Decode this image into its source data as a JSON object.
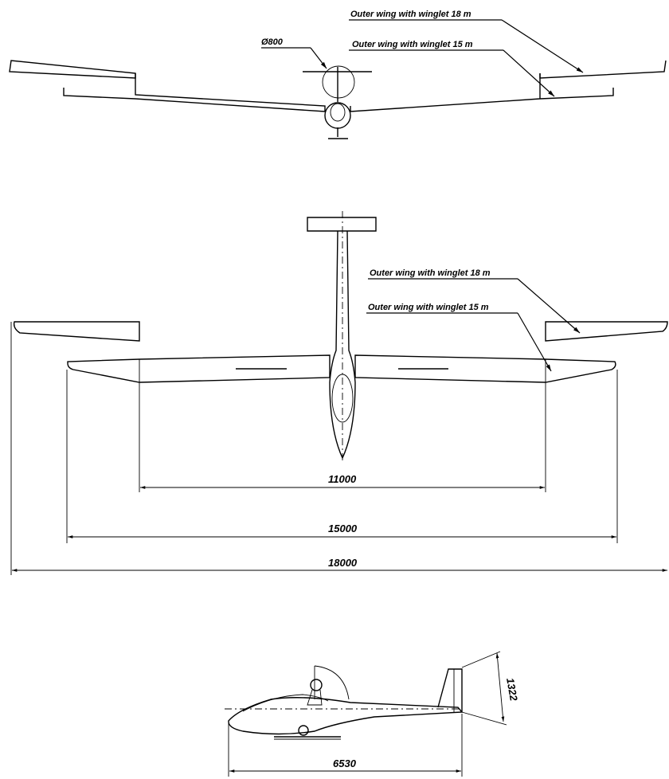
{
  "front_view": {
    "label_winglet_18": "Outer wing with winglet 18 m",
    "label_winglet_15": "Outer wing with winglet 15 m",
    "prop_diameter": "Ø800"
  },
  "top_view": {
    "label_winglet_18": "Outer wing with winglet 18 m",
    "label_winglet_15": "Outer wing with winglet 15 m",
    "dim_11000": "11000",
    "dim_15000": "15000",
    "dim_18000": "18000"
  },
  "side_view": {
    "dim_height": "1322",
    "dim_length": "6530"
  }
}
